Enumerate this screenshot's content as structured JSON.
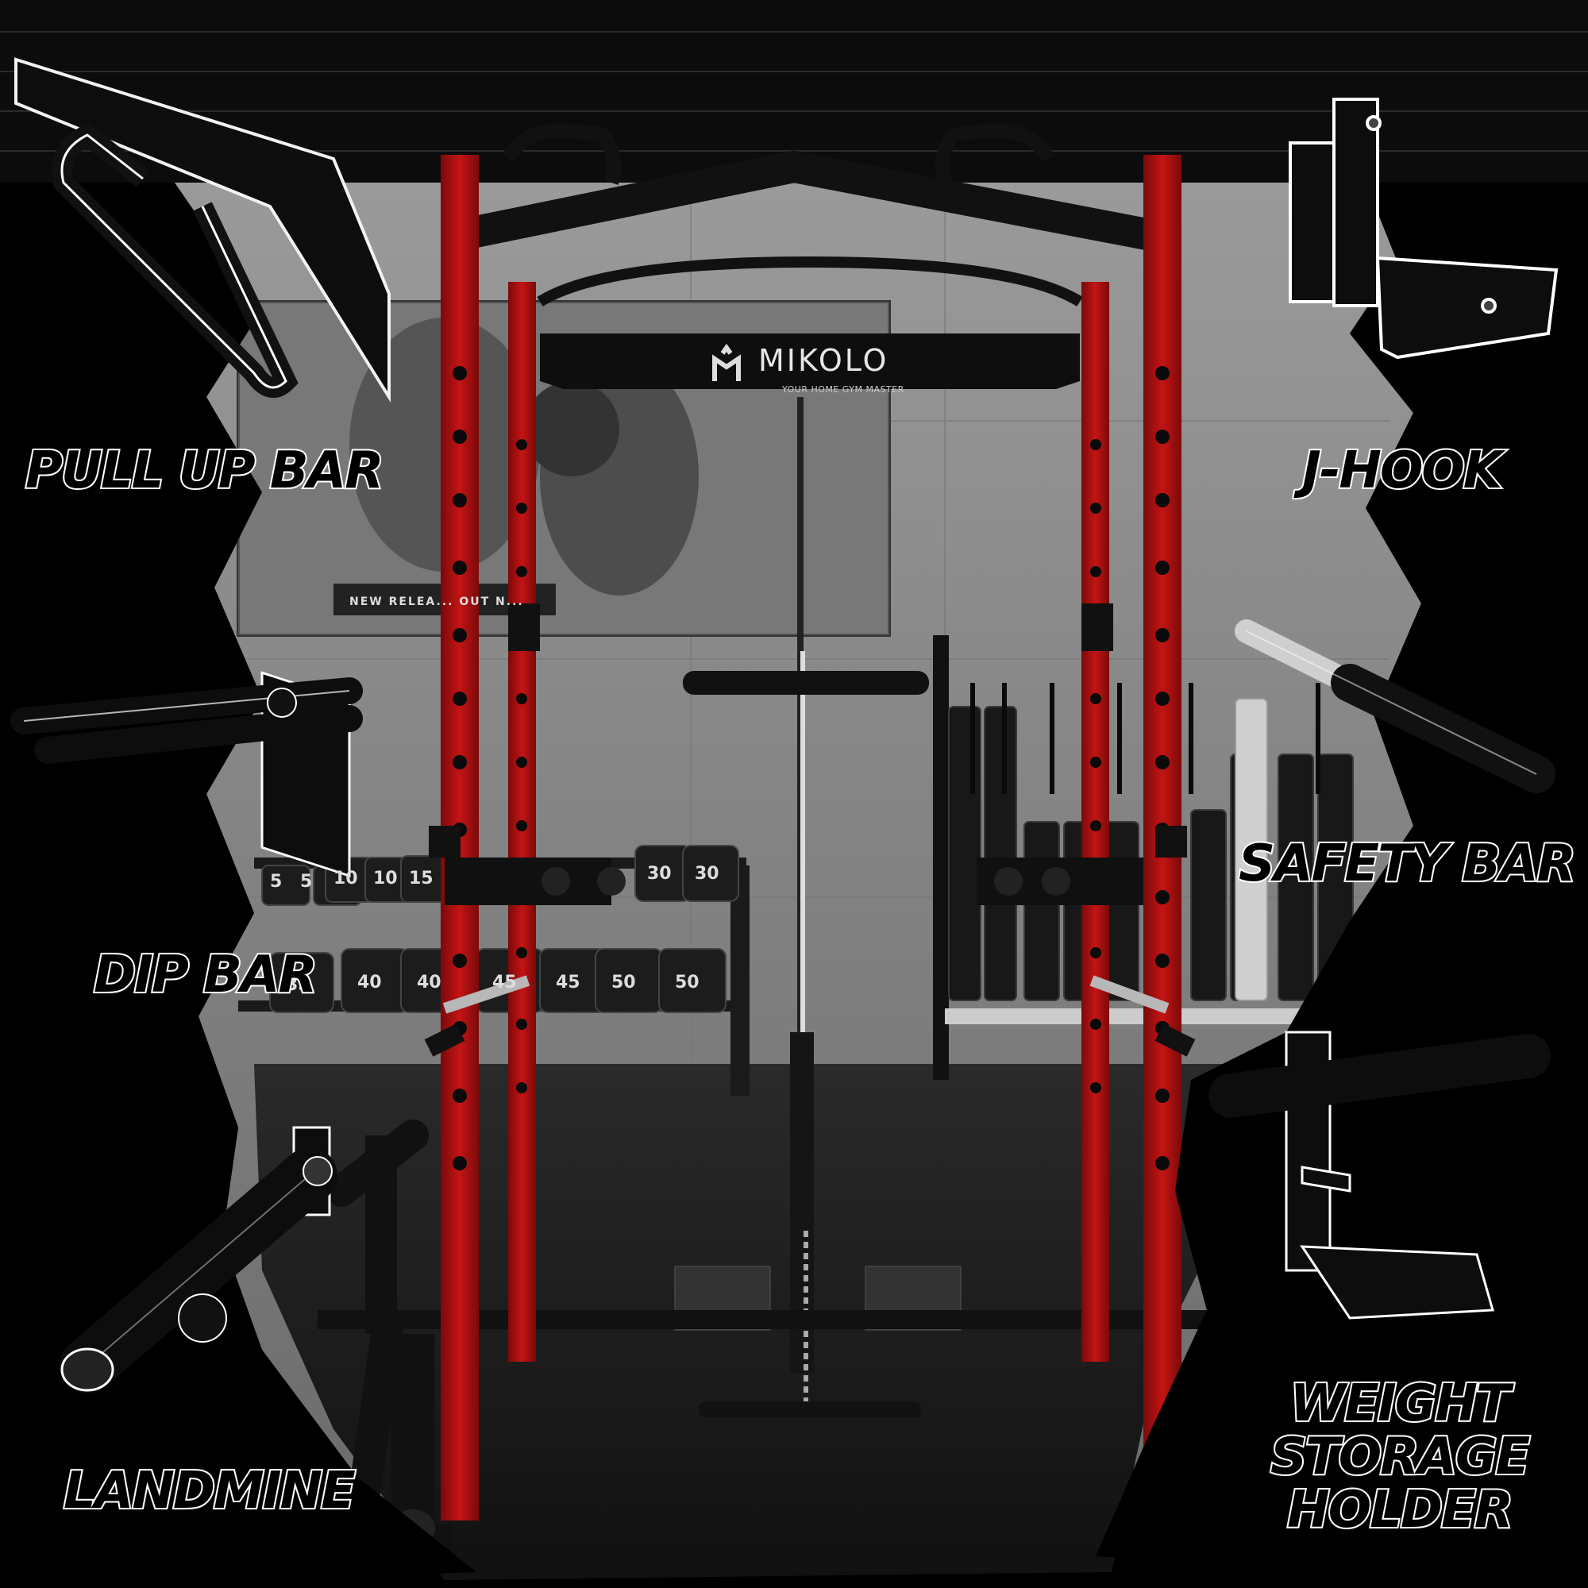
{
  "product": {
    "brand": "MIKOLO",
    "tagline": "YOUR HOME GYM MASTER",
    "frame_color": "#b01010",
    "poster_text": "NEW RELEA... OUT N..."
  },
  "dumbbells_top": [
    "5",
    "5",
    "10",
    "10",
    "15",
    "30",
    "30"
  ],
  "dumbbells_bottom": [
    "35",
    "40",
    "40",
    "45",
    "45",
    "50",
    "50"
  ],
  "features": {
    "pull_up_bar": "PULL UP BAR",
    "dip_bar": "DIP BAR",
    "landmine": "LANDMINE",
    "j_hook": "J-HOOK",
    "safety_bar": "SAFETY BAR",
    "weight_storage": "WEIGHT\nSTORAGE\nHOLDER"
  }
}
